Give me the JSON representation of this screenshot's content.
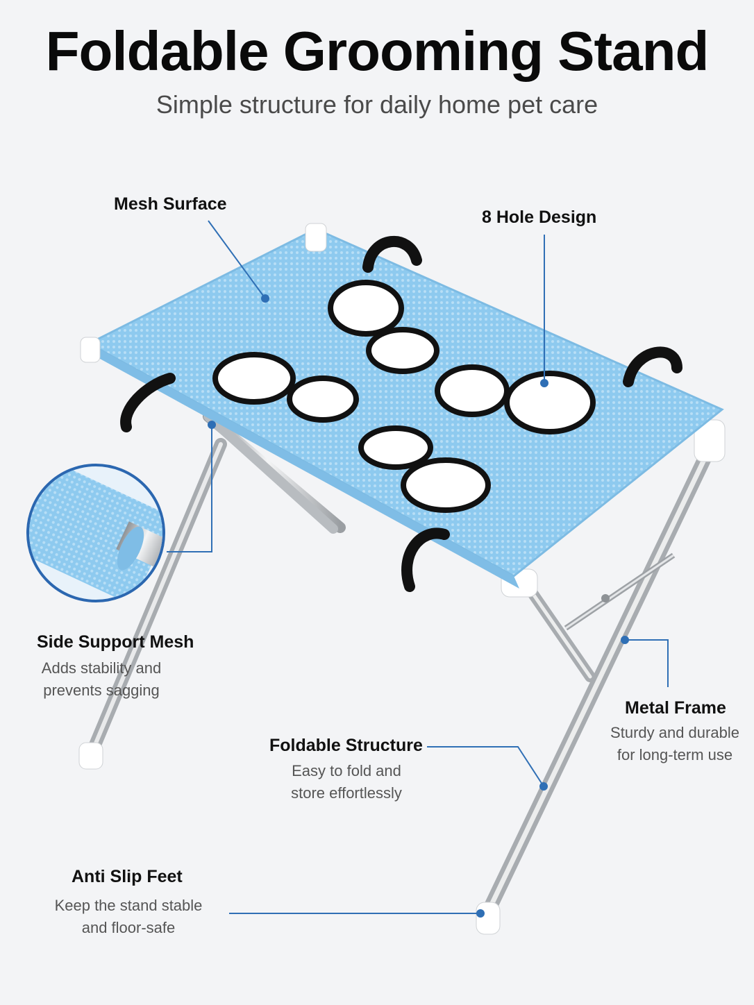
{
  "header": {
    "title": "Foldable Grooming Stand",
    "subtitle": "Simple structure for daily home pet care"
  },
  "callouts": {
    "mesh_surface": {
      "label": "Mesh Surface"
    },
    "hole_design": {
      "label": "8 Hole Design"
    },
    "side_support": {
      "label": "Side Support Mesh",
      "desc_line1": "Adds stability and",
      "desc_line2": "prevents sagging"
    },
    "metal_frame": {
      "label": "Metal Frame",
      "desc_line1": "Sturdy and durable",
      "desc_line2": "for long-term use"
    },
    "foldable": {
      "label": "Foldable Structure",
      "desc_line1": "Easy to fold and",
      "desc_line2": "store effortlessly"
    },
    "anti_slip": {
      "label": "Anti Slip Feet",
      "desc_line1": "Keep the stand stable",
      "desc_line2": "and floor-safe"
    }
  },
  "colors": {
    "mesh_blue": "#8cc8ee",
    "callout_line": "#2f6fb5",
    "frame_steel": "#c9ccd0",
    "strap_black": "#111111"
  }
}
